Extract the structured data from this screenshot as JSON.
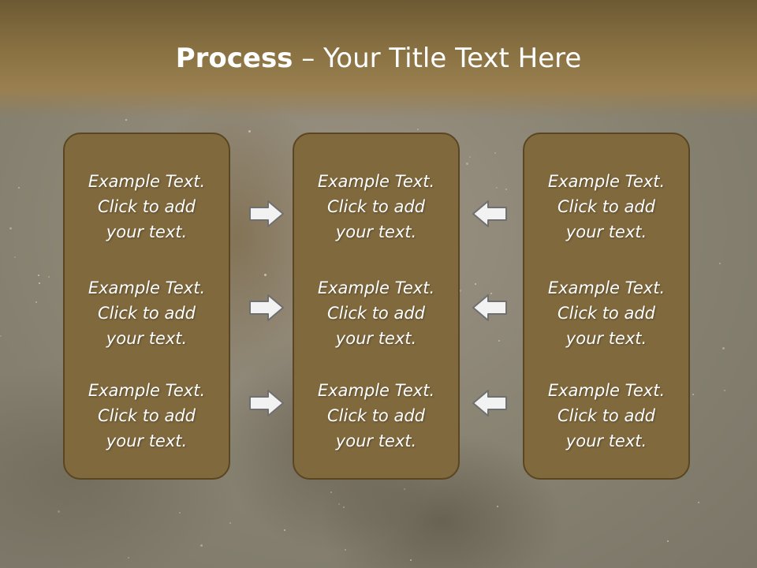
{
  "slide": {
    "title_bold": "Process",
    "title_rest": " – Your Title Text Here"
  },
  "columns": [
    {
      "blocks": [
        {
          "line1": "Example Text.",
          "line2": "Click  to add",
          "line3": "your text."
        },
        {
          "line1": "Example Text.",
          "line2": "Click  to add",
          "line3": "your text."
        },
        {
          "line1": "Example Text.",
          "line2": "Click  to add",
          "line3": "your text."
        }
      ]
    },
    {
      "blocks": [
        {
          "line1": "Example Text.",
          "line2": "Click  to add",
          "line3": "your text."
        },
        {
          "line1": "Example Text.",
          "line2": "Click  to add",
          "line3": "your text."
        },
        {
          "line1": "Example Text.",
          "line2": "Click  to add",
          "line3": "your text."
        }
      ]
    },
    {
      "blocks": [
        {
          "line1": "Example Text.",
          "line2": "Click  to add",
          "line3": "your text."
        },
        {
          "line1": "Example Text.",
          "line2": "Click  to add",
          "line3": "your text."
        },
        {
          "line1": "Example Text.",
          "line2": "Click  to add",
          "line3": "your text."
        }
      ]
    }
  ],
  "arrows": {
    "left_group_icon": "arrow-right-icon",
    "right_group_icon": "arrow-left-icon"
  },
  "colors": {
    "panel_fill": "#80693d",
    "panel_border": "#5a4622",
    "header": "#8a7243",
    "text": "#ffffff"
  }
}
